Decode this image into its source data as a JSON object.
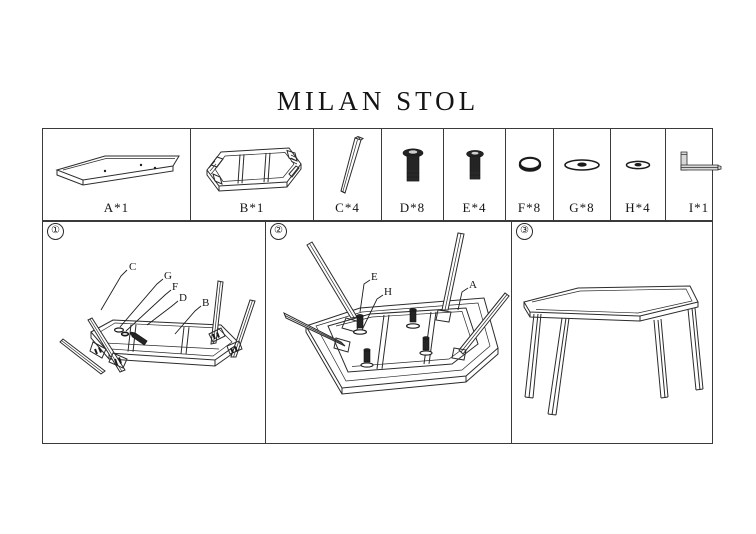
{
  "document": {
    "title": "MILAN STOL",
    "type": "furniture-assembly-instruction-sheet",
    "product": "Milan table (stol)"
  },
  "parts_list": {
    "columns": [
      "A",
      "B",
      "C",
      "D",
      "E",
      "F",
      "G",
      "H",
      "I"
    ],
    "items": [
      {
        "id": "A",
        "label": "A*1",
        "qty": 1,
        "icon": "tabletop-panel-icon",
        "description": "Table top panel"
      },
      {
        "id": "B",
        "label": "B*1",
        "qty": 1,
        "icon": "frame-assembly-icon",
        "description": "Metal support frame with cross braces"
      },
      {
        "id": "C",
        "label": "C*4",
        "qty": 4,
        "icon": "table-leg-icon",
        "description": "Tapered table leg"
      },
      {
        "id": "D",
        "label": "D*8",
        "qty": 8,
        "icon": "hex-socket-bolt-long-icon",
        "description": "Hex socket bolt, long"
      },
      {
        "id": "E",
        "label": "E*4",
        "qty": 4,
        "icon": "hex-socket-bolt-short-icon",
        "description": "Hex socket bolt, short"
      },
      {
        "id": "F",
        "label": "F*8",
        "qty": 8,
        "icon": "spring-washer-icon",
        "description": "Split spring washer"
      },
      {
        "id": "G",
        "label": "G*8",
        "qty": 8,
        "icon": "flat-washer-large-icon",
        "description": "Large flat washer"
      },
      {
        "id": "H",
        "label": "H*4",
        "qty": 4,
        "icon": "flat-washer-small-icon",
        "description": "Small flat washer"
      },
      {
        "id": "I",
        "label": "I*1",
        "qty": 1,
        "icon": "allen-key-icon",
        "description": "L-shaped hex allen key"
      }
    ]
  },
  "steps": [
    {
      "number": "1",
      "numeral": "①",
      "callouts": [
        "C",
        "G",
        "F",
        "D",
        "B"
      ],
      "description": "Attach the four legs (C) to the frame (B) using washer G, spring washer F and bolt D"
    },
    {
      "number": "2",
      "numeral": "②",
      "callouts": [
        "E",
        "H",
        "A"
      ],
      "description": "Fasten the leg-and-frame assembly to the table top (A) with bolts E and washers H"
    },
    {
      "number": "3",
      "numeral": "③",
      "callouts": [],
      "description": "Completed table, turned upright"
    }
  ],
  "colors": {
    "line": "#2b2b2b",
    "border": "#3a3a3a",
    "text": "#141414",
    "hardware_dark": "#1b1b1b",
    "background": "#ffffff"
  }
}
